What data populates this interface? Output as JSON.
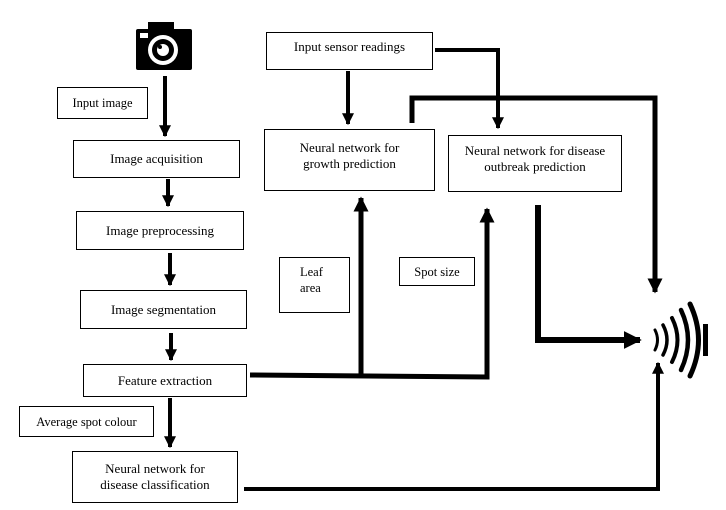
{
  "nodes": {
    "input_image": "Input image",
    "image_acquisition": "Image acquisition",
    "image_preprocessing": "Image preprocessing",
    "image_segmentation": "Image segmentation",
    "feature_extraction": "Feature extraction",
    "average_spot_colour": "Average spot colour",
    "nn_disease_classification": "Neural network for\ndisease classification",
    "input_sensor_readings": "Input sensor readings",
    "nn_growth_prediction": "Neural network for\ngrowth prediction",
    "nn_disease_outbreak": "Neural network for disease\noutbreak prediction",
    "leaf_area": "Leaf\narea",
    "spot_size": "Spot size"
  },
  "icons": {
    "camera": "camera-icon",
    "transmitter": "wireless-signal-icon"
  },
  "colors": {
    "line": "#000000",
    "box_border": "#000000",
    "background": "#ffffff"
  }
}
